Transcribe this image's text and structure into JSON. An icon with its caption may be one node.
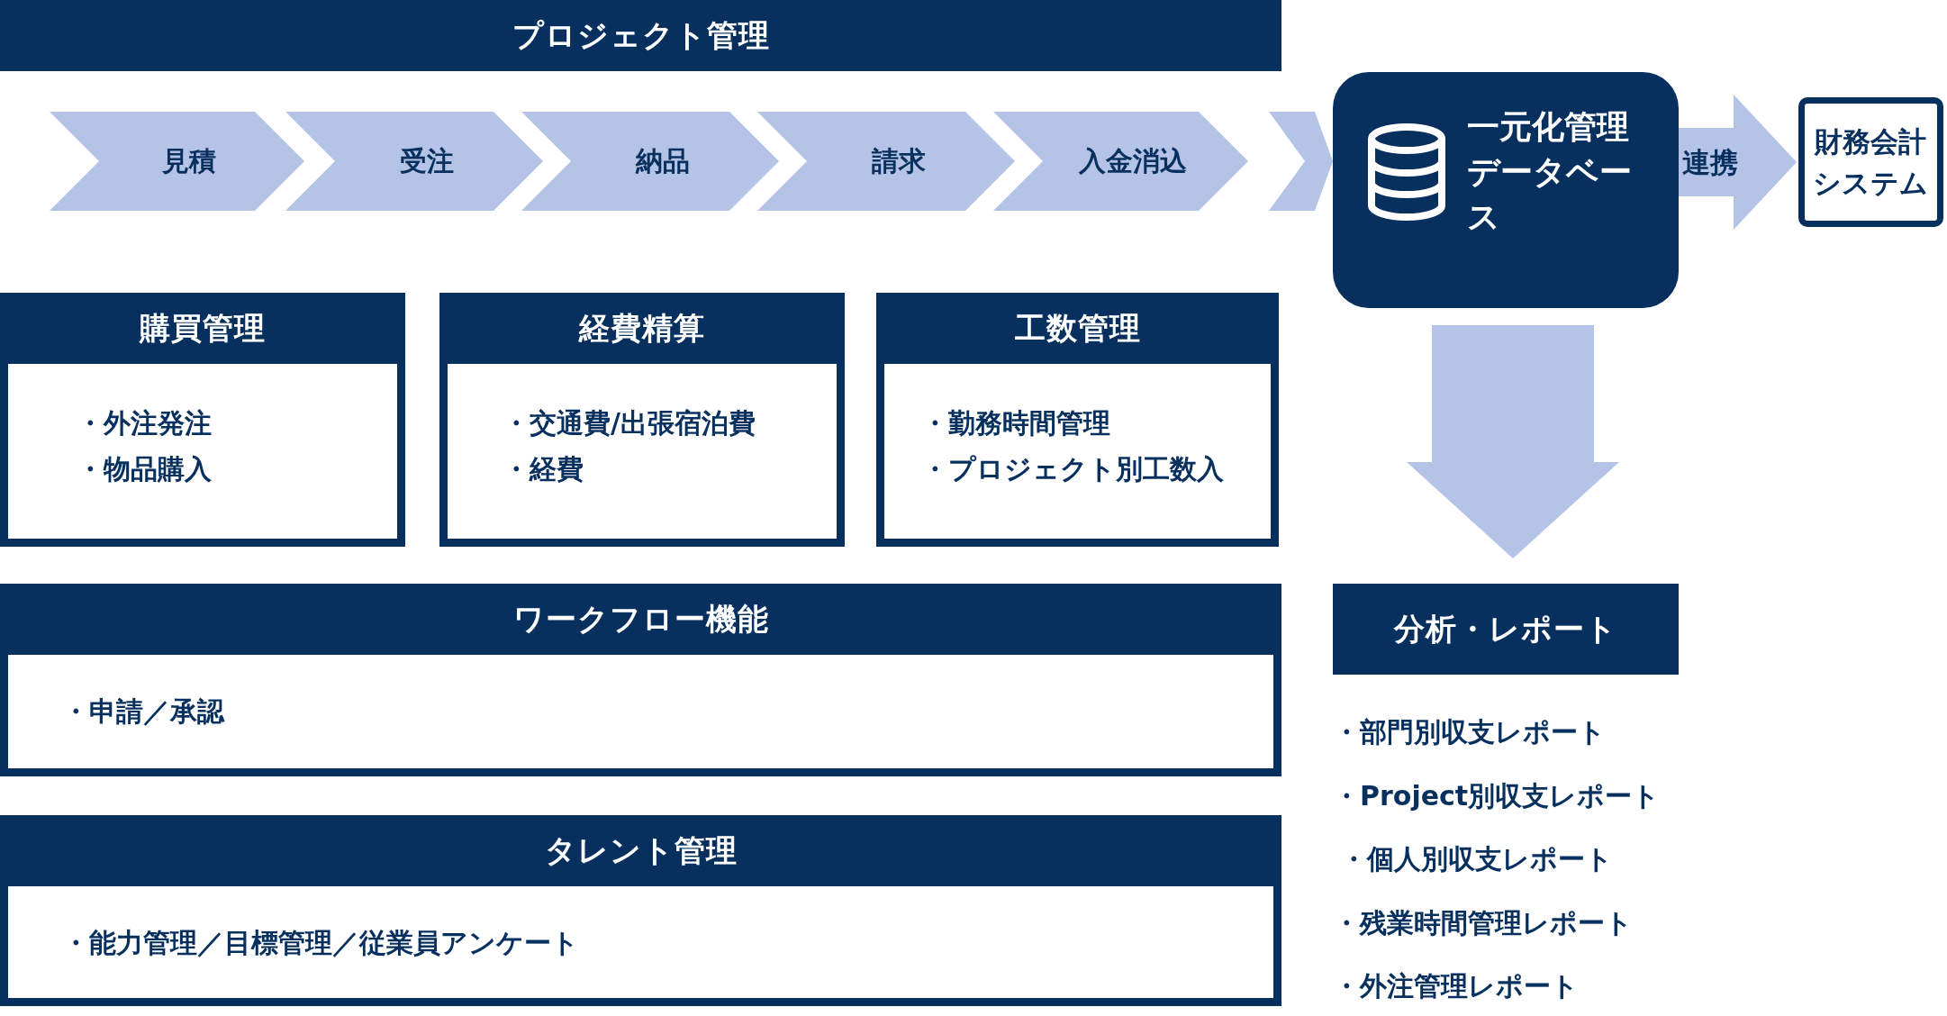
{
  "diagram": {
    "nodes": [
      {
        "text": [
          "プロジェクト管理"
        ]
      },
      {
        "text": [
          "見積"
        ]
      },
      {
        "text": [
          "受注"
        ]
      },
      {
        "text": [
          "納品"
        ]
      },
      {
        "text": [
          "請求"
        ]
      },
      {
        "text": [
          "入金消込"
        ]
      },
      {
        "text": [
          "一元化管理データベース"
        ]
      },
      {
        "text": [
          "財務会計システム"
        ]
      },
      {
        "text": [
          "購買管理",
          "・外注発注",
          "・物品購入"
        ]
      },
      {
        "text": [
          "経費精算",
          "・交通費/出張宿泊費",
          "・経費"
        ]
      },
      {
        "text": [
          "工数管理",
          "・勤務時間管理",
          "・プロジェクト別工数入"
        ]
      },
      {
        "text": [
          "ワークフロー機能",
          "・申請／承認"
        ]
      },
      {
        "text": [
          "タレント管理",
          "・能力管理／目標管理／従業員アンケート"
        ]
      },
      {
        "text": [
          "分析・レポート"
        ],
        "beside": [
          "・部門別収支レポート",
          "・Project別収支レポート",
          "・個人別収支レポート",
          "・残業時間管理レポート",
          "・外注管理レポート"
        ]
      }
    ],
    "edges": [
      {
        "from": 5,
        "to": 6,
        "arrow": "to"
      },
      {
        "from": 6,
        "to": 7,
        "arrow": "to",
        "label": "連携"
      },
      {
        "from": 6,
        "to": 13,
        "arrow": "to"
      }
    ]
  }
}
